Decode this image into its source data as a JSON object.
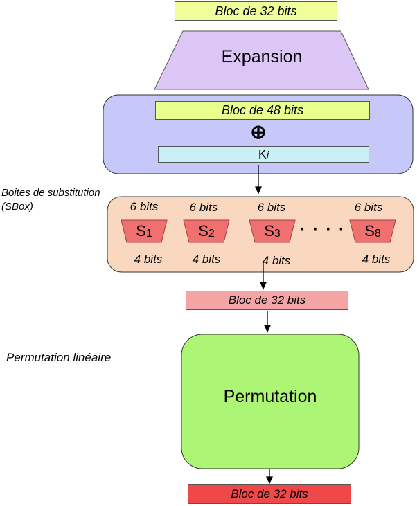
{
  "input_block": "Bloc de 32 bits",
  "expansion_label": "Expansion",
  "block48": "Bloc de 48 bits",
  "xor_symbol": "⊕",
  "key_label": {
    "base": "K",
    "sub": "i"
  },
  "sbox_caption": [
    "Boites de substitution",
    "(SBox)"
  ],
  "sboxes": [
    {
      "name": "S",
      "index": "1",
      "in_bits": "6 bits",
      "out_bits": "4 bits"
    },
    {
      "name": "S",
      "index": "2",
      "in_bits": "6 bits",
      "out_bits": "4 bits"
    },
    {
      "name": "S",
      "index": "3",
      "in_bits": "6 bits",
      "out_bits": "4 bits"
    },
    {
      "name": "S",
      "index": "8",
      "in_bits": "6 bits",
      "out_bits": "4 bits"
    }
  ],
  "ellipsis": "· · · ·",
  "sbox_output_block": "Bloc de 32 bits",
  "permutation_caption": "Permutation linéaire",
  "permutation_label": "Permutation",
  "output_block": "Bloc de 32 bits",
  "colors": {
    "input_block": "#f0ff9a",
    "expansion": "#dcc6f6",
    "xor_panel": "#c6c8fa",
    "block48": "#e9ff8e",
    "key": "#c8f0f6",
    "sbox_panel": "#fad8c0",
    "sbox": "#f07070",
    "sbox_out": "#f4a4a4",
    "permutation": "#adf574",
    "output": "#f04848"
  }
}
